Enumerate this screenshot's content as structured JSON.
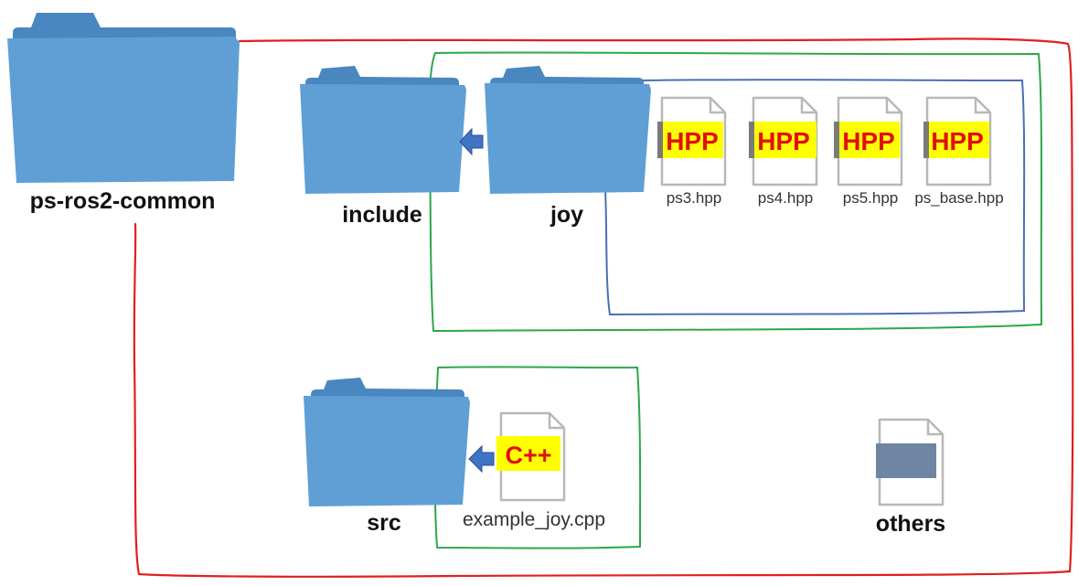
{
  "folders": {
    "root": "ps-ros2-common",
    "include": "include",
    "joy": "joy",
    "src": "src"
  },
  "files": {
    "ps3": {
      "name": "ps3.hpp",
      "badge": "HPP"
    },
    "ps4": {
      "name": "ps4.hpp",
      "badge": "HPP"
    },
    "ps5": {
      "name": "ps5.hpp",
      "badge": "HPP"
    },
    "ps_base": {
      "name": "ps_base.hpp",
      "badge": "HPP"
    },
    "example": {
      "name": "example_joy.cpp",
      "badge": "C++"
    },
    "others": {
      "name": "others"
    }
  },
  "colors": {
    "folder_body": "#5f9fd6",
    "folder_tab": "#4a86c0",
    "root_outline": "#e02020",
    "include_group_outline": "#2aa84a",
    "joy_group_outline": "#4b6fb5",
    "src_group_outline": "#2aa84a",
    "badge_bg": "#ffff00",
    "badge_text": "#e01010",
    "arrow": "#3f73c4",
    "others_block": "#6f86a3"
  }
}
